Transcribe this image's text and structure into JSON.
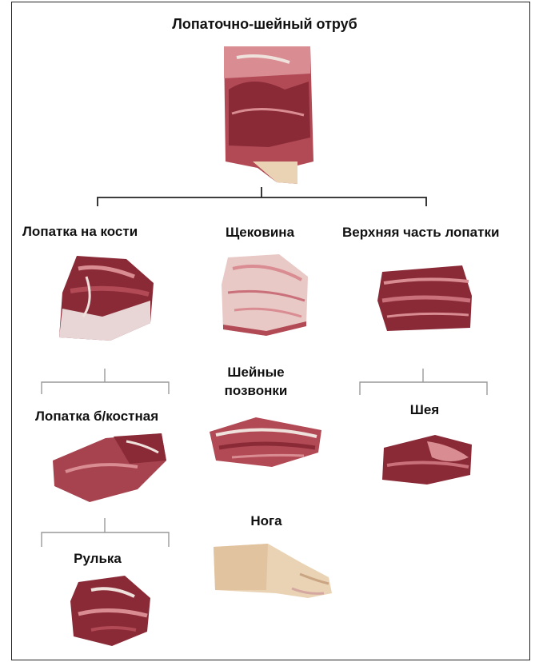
{
  "diagram": {
    "root": {
      "label": "Лопаточно-шейный отруб"
    },
    "level1": [
      {
        "label": "Лопатка на кости"
      },
      {
        "label": "Щековина"
      },
      {
        "label": "Верхняя часть лопатки"
      }
    ],
    "level2": [
      {
        "label": "Лопатка б/костная"
      },
      {
        "label": "Шейные позвонки"
      },
      {
        "label": "Шея"
      }
    ],
    "level3": [
      {
        "label": "Рулька"
      },
      {
        "label": "Нога"
      }
    ]
  },
  "colors": {
    "meat_dark": "#8a2a37",
    "meat_mid": "#b24a55",
    "meat_light": "#d98c92",
    "fat": "#efe2dc",
    "skin": "#e9d3b4",
    "line": "#222222",
    "bracket": "#999999"
  }
}
